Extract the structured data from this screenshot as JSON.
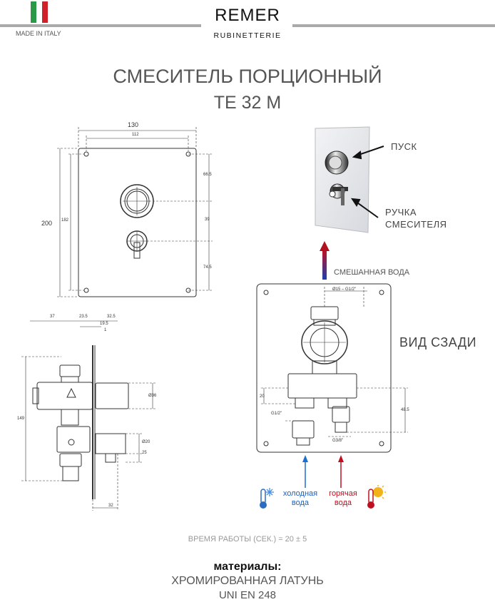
{
  "brand": {
    "name": "REMER",
    "sub": "RUBINETTERIE",
    "made_in": "MADE IN ITALY"
  },
  "colors": {
    "flag_green": "#2a9a48",
    "flag_white": "#ffffff",
    "flag_red": "#d0202a",
    "arrow_red": "#b01020",
    "arrow_blue": "#1a6fd0",
    "cold_text": "#1a60c0",
    "hot_text": "#c01020"
  },
  "title": {
    "line1": "СМЕСИТЕЛЬ ПОРЦИОННЫЙ",
    "line2": "TE 32 M"
  },
  "front_dims": {
    "width": "130",
    "inner_width": "112",
    "height": "200",
    "inner_height": "182",
    "top": "66.5",
    "mid": "39",
    "bottom": "74.5"
  },
  "side_dims": {
    "d1": "37",
    "d2": "23.5",
    "d3": "32.5",
    "d4": "19.5",
    "d5": "1",
    "height": "149",
    "d6": "Ø36",
    "d7": "Ø20",
    "d8": "25",
    "d9": "32"
  },
  "labels": {
    "start": "ПУСК",
    "handle_line1": "РУЧКА",
    "handle_line2": "СМЕСИТЕЛЯ",
    "mixed_water": "СМЕШАННАЯ ВОДА",
    "rear_view": "ВИД СЗАДИ"
  },
  "rear_dims": {
    "top": "Ø15 – G1/2\"",
    "left_h": "20",
    "g12": "G1/2\"",
    "g38": "G3/8\"",
    "right_h": "48.5"
  },
  "cold": {
    "line1": "холодная",
    "line2": "вода",
    "icon": "snowflake-thermometer-icon"
  },
  "hot": {
    "line1": "горячая",
    "line2": "вода",
    "icon": "sun-thermometer-icon"
  },
  "footer": {
    "time": "ВРЕМЯ РАБОТЫ (СЕК.) = 20 ± 5",
    "materials_heading": "материалы:",
    "material": "ХРОМИРОВАННАЯ ЛАТУНЬ",
    "standard": "UNI EN 248"
  }
}
